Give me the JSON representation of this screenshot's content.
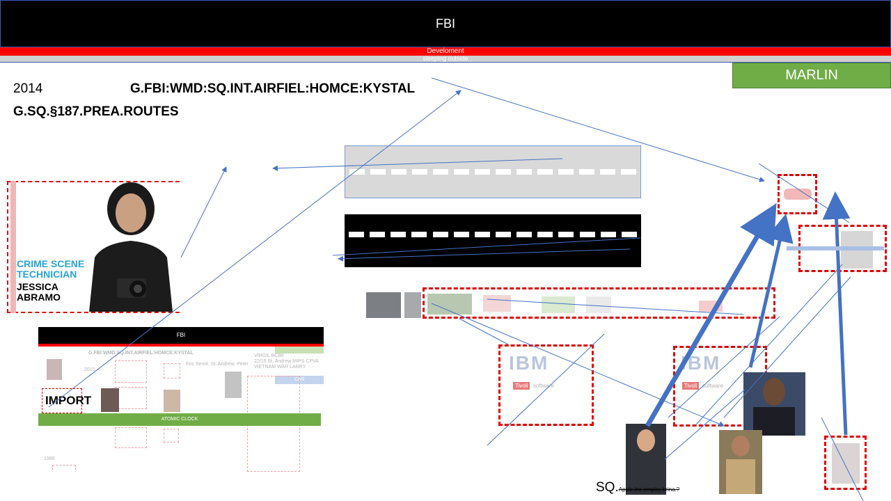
{
  "header": {
    "title": "FBI",
    "red_band_text": "Develoment",
    "gray_band_text": "sleeping outside"
  },
  "marlin_label": "MARLIN",
  "year": "2014",
  "code_line_1": "G.FBI:WMD:SQ.INT.AIRFIEL:HOMCE:KYSTAL",
  "code_line_2": "G.SQ.§187.PREA.ROUTES",
  "person_card": {
    "role_line_1": "CRIME SCENE",
    "role_line_2": "TECHNICIAN",
    "name_line_1": "JESSICA",
    "name_line_2": "ABRAMO"
  },
  "mini_slide": {
    "title": "FBI",
    "code": "G.FBI:WMD:SQ.INT.AIRFIEL:HOMCE:KYSTAL",
    "year_a": "2010",
    "year_b": "1986",
    "names": "Eric Semit. St. Andrew. Peter",
    "note_line_1": "VIRGIL BCB6",
    "note_line_2": "22/15 St. Andrew MIPS CPVA",
    "note_line_3": "VIETNAM WAR LARRY",
    "car_label": "CAR",
    "import_label": "IMPORT",
    "atomic_clock_label": "ATOMIC CLOCK"
  },
  "ibm_cards": [
    {
      "logo": "IBM",
      "tag": "Tivoli",
      "suffix": "software"
    },
    {
      "logo": "IBM",
      "tag": "Tivoli",
      "suffix": "software"
    }
  ],
  "footer": {
    "sq_prefix": "SQ.",
    "sq_small": "Apple.Inc.employ.brina.?"
  },
  "colors": {
    "accent_red": "#ff0000",
    "dash_red": "#e00000",
    "marlin_green": "#70ad47",
    "arrow_blue": "#4472c4"
  }
}
